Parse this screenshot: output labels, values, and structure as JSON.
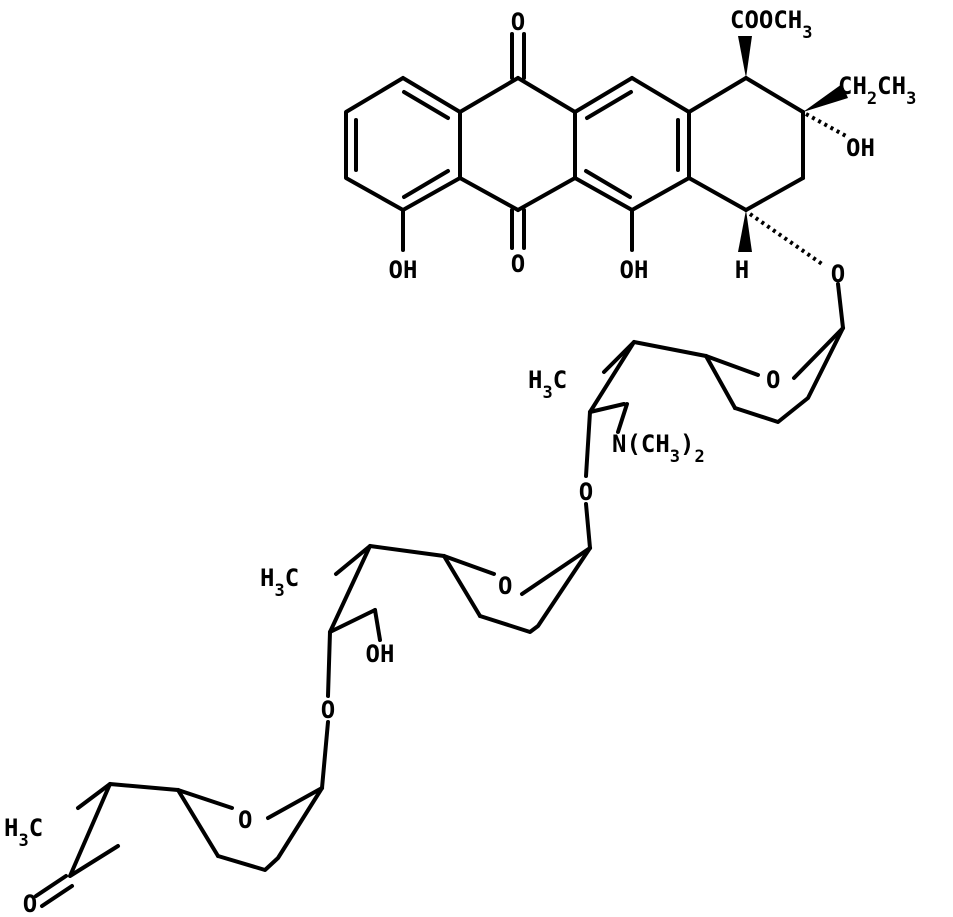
{
  "atoms": {
    "quinone_o_top": "O",
    "quinone_o_bottom": "O",
    "ester": "COOCH3",
    "ethyl": "CH2CH3",
    "oh_c9": "OH",
    "oh_left": "OH",
    "oh_mid": "OH",
    "h_c7": "H",
    "glyco_o_1": "O",
    "ring_o_1": "O",
    "methyl_1": "H3C",
    "amine": "N(CH3)2",
    "glyco_o_2": "O",
    "ring_o_2": "O",
    "methyl_2": "H3C",
    "oh_sugar2": "OH",
    "glyco_o_3": "O",
    "ring_o_3": "O",
    "methyl_3": "H3C",
    "keto_o": "O"
  }
}
